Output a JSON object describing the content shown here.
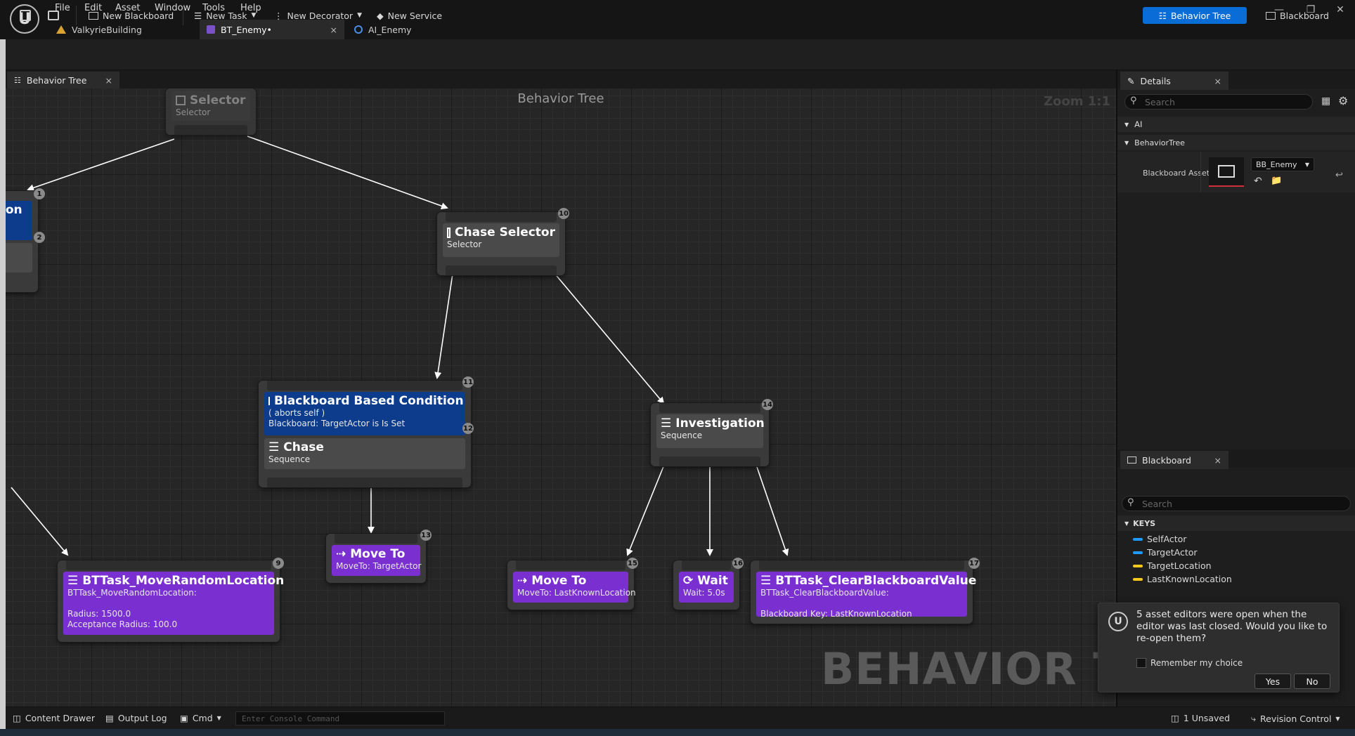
{
  "menu": [
    "File",
    "Edit",
    "Asset",
    "Window",
    "Tools",
    "Help"
  ],
  "doc_tabs": [
    {
      "label": "ValkyrieBuilding"
    },
    {
      "label": "BT_Enemy•",
      "close": "×"
    },
    {
      "label": "AI_Enemy"
    }
  ],
  "toolbar": {
    "new_blackboard": "New Blackboard",
    "new_task": "New Task",
    "new_decorator": "New Decorator",
    "new_service": "New Service",
    "behavior_tree_mode": "Behavior Tree",
    "blackboard_mode": "Blackboard"
  },
  "graph": {
    "tab_label": "Behavior Tree",
    "tab_close": "×",
    "title": "Behavior Tree",
    "zoom": "Zoom 1:1",
    "watermark": "BEHAVIOR TREE"
  },
  "nodes": {
    "root_selector": {
      "title": "Selector",
      "sub": "Selector"
    },
    "left_partial": {
      "title": "ion",
      "badge_top": "1",
      "badge_mid": "2"
    },
    "chase_selector": {
      "title": "Chase Selector",
      "sub": "Selector",
      "badge": "10"
    },
    "bb_condition": {
      "title": "Blackboard Based Condition",
      "line1": "( aborts self )",
      "line2": "Blackboard: TargetActor is Is Set",
      "badge": "11",
      "badge2": "12"
    },
    "chase": {
      "title": "Chase",
      "sub": "Sequence"
    },
    "investigation": {
      "title": "Investigation",
      "sub": "Sequence",
      "badge": "14"
    },
    "move_to_target": {
      "title": "Move To",
      "sub": "MoveTo: TargetActor",
      "badge": "13"
    },
    "move_random": {
      "title": "BTTask_MoveRandomLocation",
      "line1": "BTTask_MoveRandomLocation:",
      "line2": "Radius: 1500.0",
      "line3": "Acceptance Radius: 100.0",
      "badge": "9"
    },
    "move_to_last": {
      "title": "Move To",
      "sub": "MoveTo: LastKnownLocation",
      "badge": "15"
    },
    "wait": {
      "title": "Wait",
      "sub": "Wait: 5.0s",
      "badge": "16"
    },
    "clear_bb": {
      "title": "BTTask_ClearBlackboardValue",
      "line1": "BTTask_ClearBlackboardValue:",
      "line2": "Blackboard Key: LastKnownLocation",
      "badge": "17"
    }
  },
  "details": {
    "tab_label": "Details",
    "close": "×",
    "search_placeholder": "Search",
    "cat_ai": "AI",
    "cat_bt": "BehaviorTree",
    "prop_label": "Blackboard Asset",
    "prop_value": "BB_Enemy"
  },
  "blackboard": {
    "tab_label": "Blackboard",
    "close": "×",
    "search_placeholder": "Search",
    "keys_header": "KEYS",
    "keys": [
      {
        "name": "SelfActor",
        "color": "#1f9bff"
      },
      {
        "name": "TargetActor",
        "color": "#1f9bff"
      },
      {
        "name": "TargetLocation",
        "color": "#f2c81a"
      },
      {
        "name": "LastKnownLocation",
        "color": "#f2c81a"
      }
    ]
  },
  "toast": {
    "message": "5 asset editors were open when the editor was last closed. Would you like to re-open them?",
    "remember": "Remember my choice",
    "yes": "Yes",
    "no": "No"
  },
  "status": {
    "content_drawer": "Content Drawer",
    "output_log": "Output Log",
    "cmd": "Cmd",
    "console_placeholder": "Enter Console Command",
    "unsaved": "1 Unsaved",
    "revision": "Revision Control"
  },
  "colors": {
    "accent": "#0a6cd6",
    "task": "#7a2fd0",
    "decorator": "#0d3c8c"
  }
}
